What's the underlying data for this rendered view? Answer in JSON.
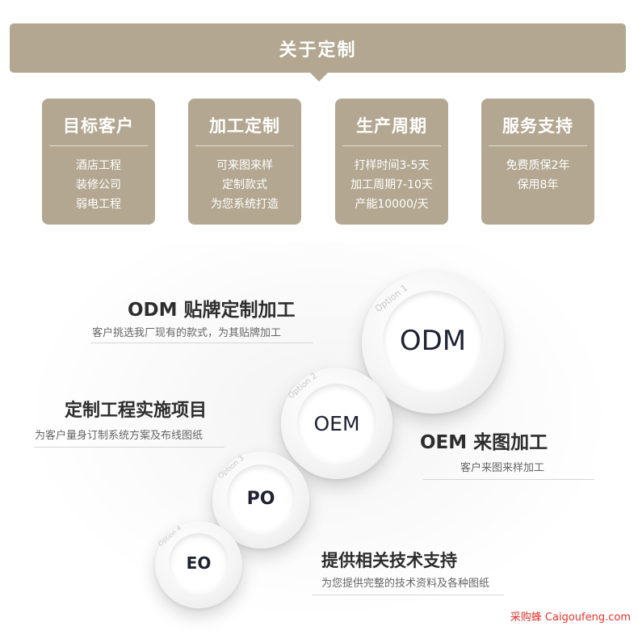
{
  "banner": {
    "title": "关于定制"
  },
  "cards": [
    {
      "title": "目标客户",
      "lines": [
        "酒店工程",
        "装修公司",
        "弱电工程"
      ]
    },
    {
      "title": "加工定制",
      "lines": [
        "可来图来样",
        "定制款式",
        "为您系统打造"
      ]
    },
    {
      "title": "生产周期",
      "lines": [
        "打样时间3-5天",
        "加工周期7-10天",
        "产能10000/天"
      ]
    },
    {
      "title": "服务支持",
      "lines": [
        "免费质保2年",
        "保用8年"
      ]
    }
  ],
  "options": [
    {
      "option_label": "Option 1",
      "code": "ODM"
    },
    {
      "option_label": "Option 2",
      "code": "OEM"
    },
    {
      "option_label": "Option 3",
      "code": "PO"
    },
    {
      "option_label": "Option 4",
      "code": "EO"
    }
  ],
  "descriptions": {
    "odm": {
      "title": "ODM 贴牌定制加工",
      "subtitle": "客户挑选我厂现有的款式，为其贴牌加工"
    },
    "project": {
      "title": "定制工程实施项目",
      "subtitle": "为客户量身订制系统方案及布线图纸"
    },
    "oem": {
      "title": "OEM 来图加工",
      "subtitle": "客户来图来样加工"
    },
    "tech": {
      "title": "提供相关技术支持",
      "subtitle": "为您提供完整的技术资料及各种图纸"
    }
  },
  "watermark": {
    "text": "采购蜂 Caigoufeng.com"
  },
  "colors": {
    "accent": "#b3a791",
    "watermark": "#e2312b"
  }
}
